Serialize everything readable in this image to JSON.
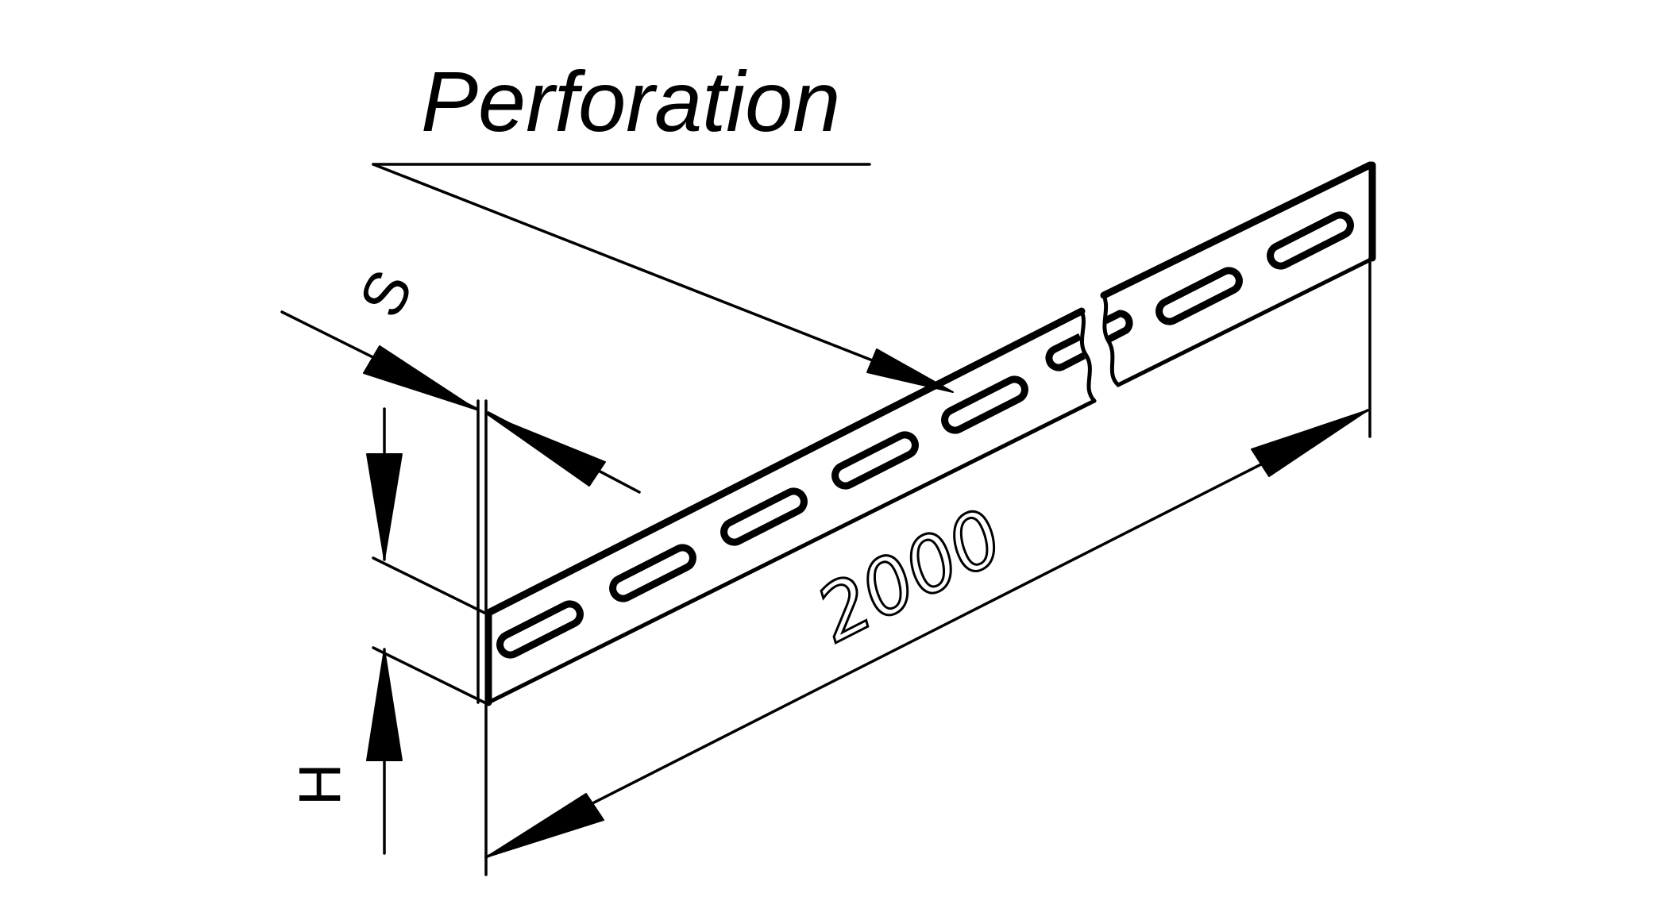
{
  "labels": {
    "perforation": "Perforation",
    "thickness": "S",
    "height": "H",
    "length": "2000"
  },
  "colors": {
    "ink": "#000000",
    "background": "#ffffff"
  }
}
